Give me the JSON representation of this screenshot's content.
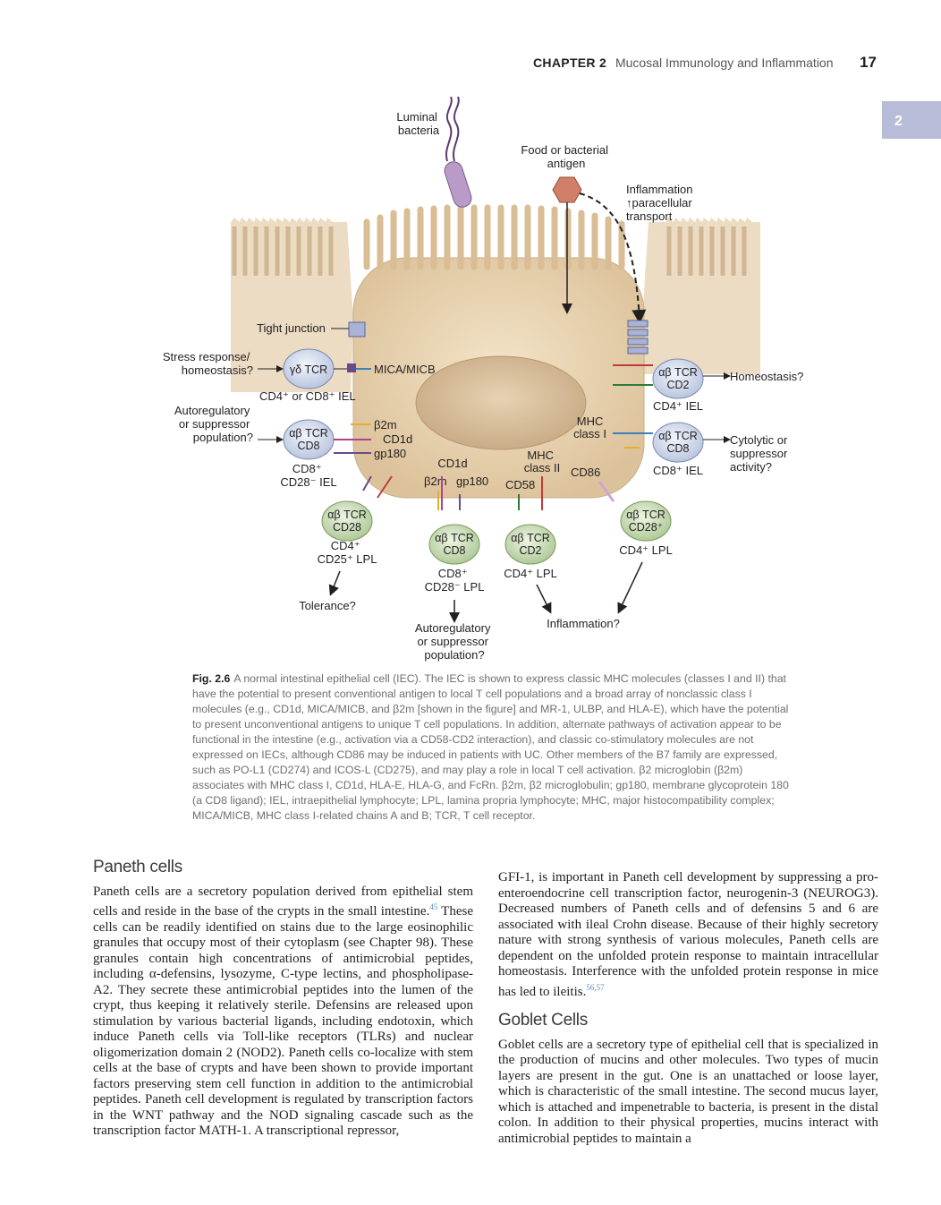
{
  "header": {
    "chapter": "CHAPTER 2",
    "section": "Mucosal Immunology and Inflammation",
    "page": "17"
  },
  "tab": "2",
  "figure": {
    "labels": {
      "luminal_bacteria": [
        "Luminal",
        "bacteria"
      ],
      "food_antigen": [
        "Food or bacterial",
        "antigen"
      ],
      "inflammation_para": [
        "Inflammation",
        "↑paracellular",
        "transport"
      ],
      "tight_junction": "Tight junction",
      "stress_response": [
        "Stress response/",
        "homeostasis?"
      ],
      "mica_micb": "MICA/MICB",
      "cd4_cd8_iel": "CD4⁺ or CD8⁺ IEL",
      "autoregulatory_left": [
        "Autoregulatory",
        "or suppressor",
        "population?"
      ],
      "b2m_cd1d_gp180": [
        "β2m",
        "CD1d",
        "gp180"
      ],
      "cd8_cd28_iel": [
        "CD8⁺",
        "CD28⁻ IEL"
      ],
      "cd1d_mid": "CD1d",
      "b2m_gp180_mid": [
        "β2m",
        "gp180"
      ],
      "mhc_class_ii": [
        "MHC",
        "class II"
      ],
      "cd58": "CD58",
      "cd86": "CD86",
      "mhc_class_i": [
        "MHC",
        "class I"
      ],
      "homeostasis_right": "Homeostasis?",
      "cd4_iel": "CD4⁺ IEL",
      "cytolytic": [
        "Cytolytic or",
        "suppressor",
        "activity?"
      ],
      "cd8_iel": "CD8⁺ IEL",
      "cd4_cd25_lpl": [
        "CD4⁺",
        "CD25⁺ LPL"
      ],
      "tolerance": "Tolerance?",
      "cd8_cd28_lpl": [
        "CD8⁺",
        "CD28⁻ LPL"
      ],
      "autoregulatory_bottom": [
        "Autoregulatory",
        "or suppressor",
        "population?"
      ],
      "cd4_lpl_mid": "CD4⁺ LPL",
      "inflammation_bottom": "Inflammation?",
      "cd4_lpl_right": "CD4⁺ LPL"
    },
    "cells": {
      "gd_tcr": [
        "γδ TCR"
      ],
      "ab_cd2_iel": [
        "αβ TCR",
        "CD2"
      ],
      "ab_cd8_iel_left": [
        "αβ TCR",
        "CD8"
      ],
      "ab_cd8_iel_right": [
        "αβ TCR",
        "CD8"
      ],
      "ab_cd28_lpl": [
        "αβ TCR",
        "CD28"
      ],
      "ab_cd8_lpl": [
        "αβ TCR",
        "CD8"
      ],
      "ab_cd2_lpl": [
        "αβ TCR",
        "CD2"
      ],
      "ab_cd28p_lpl": [
        "αβ TCR",
        "CD28⁺"
      ]
    }
  },
  "caption": {
    "number": "Fig. 2.6",
    "text": "A normal intestinal epithelial cell (IEC). The IEC is shown to express classic MHC molecules (classes I and II) that have the potential to present conventional antigen to local T cell populations and a broad array of nonclassic class I molecules (e.g., CD1d, MICA/MICB, and β2m [shown in the figure] and MR-1, ULBP, and HLA-E), which have the potential to present unconventional antigens to unique T cell populations. In addition, alternate pathways of activation appear to be functional in the intestine (e.g., activation via a CD58-CD2 interaction), and classic co-stimulatory molecules are not expressed on IECs, although CD86 may be induced in patients with UC. Other members of the B7 family are expressed, such as PO-L1 (CD274) and ICOS-L (CD275), and may play a role in local T cell activation. β2 microglobin (β2m) associates with MHC class I, CD1d, HLA-E, HLA-G, and FcRn. β2m, β2 microglobulin; gp180, membrane glycoprotein 180 (a CD8 ligand); IEL, intraepithelial lymphocyte; LPL, lamina propria lymphocyte; MHC, major histocompatibility complex; MICA/MICB, MHC class I-related chains A and B; TCR, T cell receptor."
  },
  "left_column": {
    "heading": "Paneth cells",
    "p1": "Paneth cells are a secretory population derived from epithelial stem cells and reside in the base of the crypts in the small intestine.",
    "ref1": "45",
    "p1b": " These cells can be readily identified on stains due to the large eosinophilic granules that occupy most of their cytoplasm (see Chapter 98). These granules contain high concentrations of antimicrobial peptides, including α-defensins, lysozyme, C-type lectins, and phospholipase-A2. They secrete these antimicrobial peptides into the lumen of the crypt, thus keeping it relatively sterile. Defensins are released upon stimulation by various bacterial ligands, including endotoxin, which induce Paneth cells via Toll-like receptors (TLRs) and nuclear oligomerization domain 2 (NOD2). Paneth cells co-localize with stem cells at the base of crypts and have been shown to provide important factors preserving stem cell function in addition to the antimicrobial peptides. Paneth cell development is regulated by transcription factors in the WNT pathway and the NOD signaling cascade such as the transcription factor MATH-1. A transcriptional repressor,"
  },
  "right_column": {
    "p1": "GFI-1, is important in Paneth cell development by suppressing a pro-enteroendocrine cell transcription factor, neurogenin-3 (NEUROG3). Decreased numbers of Paneth cells and of defensins 5 and 6 are associated with ileal Crohn disease. Because of their highly secretory nature with strong synthesis of various molecules, Paneth cells are dependent on the unfolded protein response to maintain intracellular homeostasis. Interference with the unfolded protein response in mice has led to ileitis.",
    "ref1": "56,57",
    "heading": "Goblet Cells",
    "p2": "Goblet cells are a secretory type of epithelial cell that is specialized in the production of mucins and other molecules. Two types of mucin layers are present in the gut. One is an unattached or loose layer, which is characteristic of the small intestine. The second mucus layer, which is attached and impenetrable to bacteria, is present in the distal colon. In addition to their physical properties, mucins interact with antimicrobial peptides to maintain a"
  }
}
